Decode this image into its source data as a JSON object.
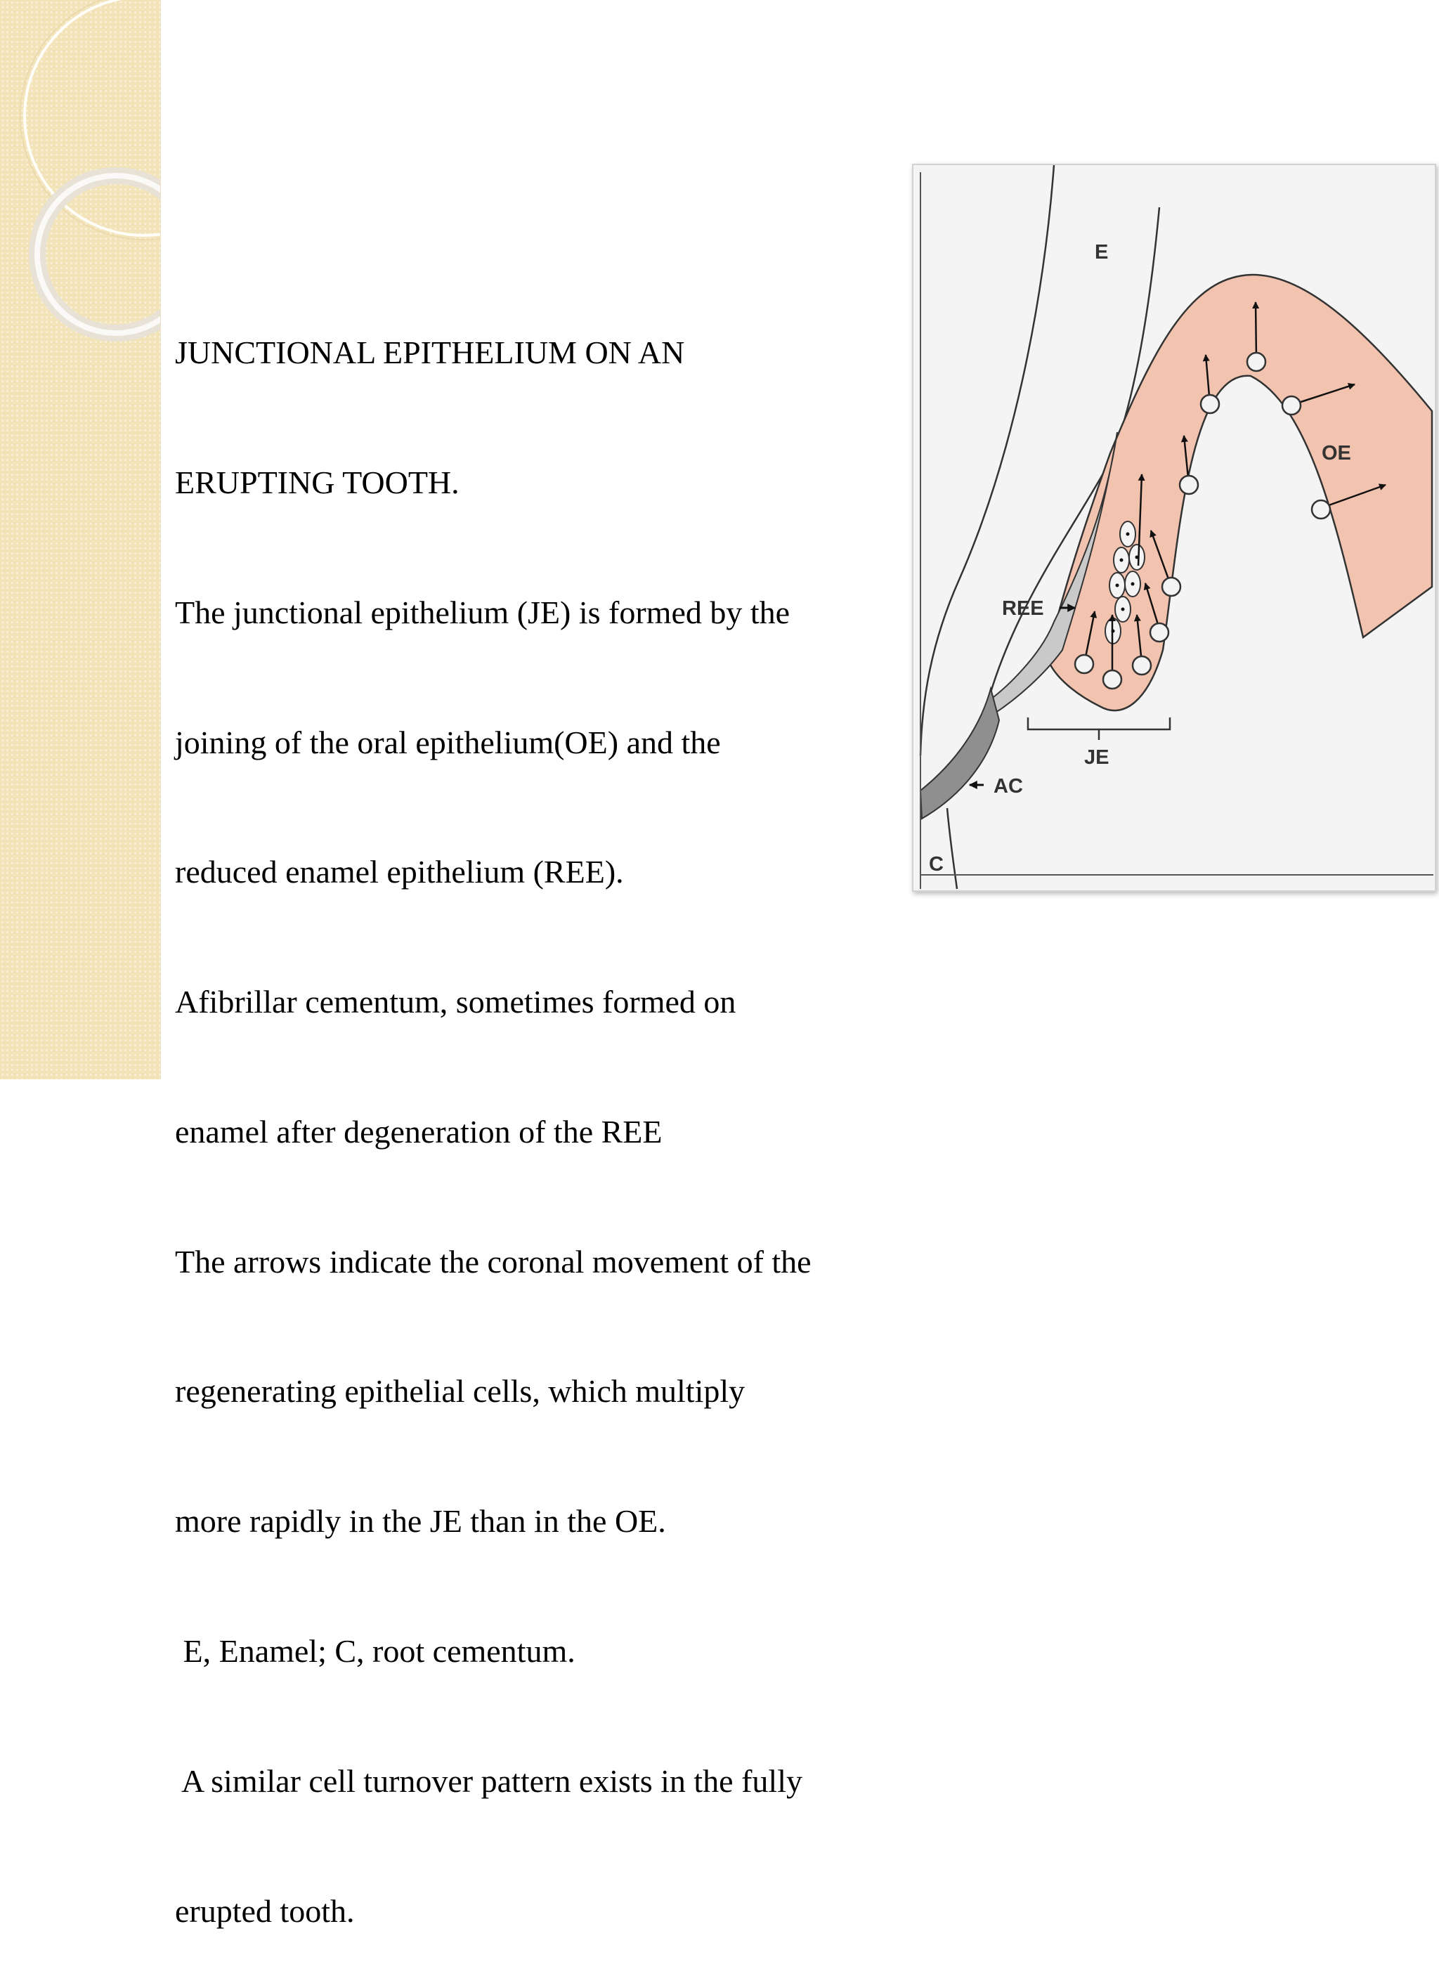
{
  "text_block": {
    "title_line1": "JUNCTIONAL EPITHELIUM ON AN",
    "title_line2": "ERUPTING TOOTH.",
    "lines": [
      "The junctional epithelium (JE) is formed by the",
      "joining of the oral epithelium(OE) and the",
      "reduced enamel epithelium (REE).",
      "Afibrillar cementum, sometimes formed on",
      "enamel after degeneration of the REE",
      "The arrows indicate the coronal movement of the",
      "regenerating epithelial cells, which multiply",
      "more rapidly in the JE than in the OE.",
      " E, Enamel; C, root cementum.",
      " A similar cell turnover pattern exists in the fully",
      "erupted tooth."
    ]
  },
  "diagram": {
    "labels": {
      "enamel": "E",
      "oral_epithelium": "OE",
      "reduced_enamel_epithelium": "REE",
      "junctional_epithelium": "JE",
      "afibrillar_cementum": "AC",
      "root_cementum": "C"
    },
    "colors": {
      "epithelium_fill": "#f2c3af",
      "ree_fill": "#c9c9c9",
      "ac_fill": "#8f8f8f",
      "outline": "#333333",
      "frame_bg": "#f4f4f4"
    }
  },
  "background": {
    "strip_color": "#f3e3b8"
  }
}
